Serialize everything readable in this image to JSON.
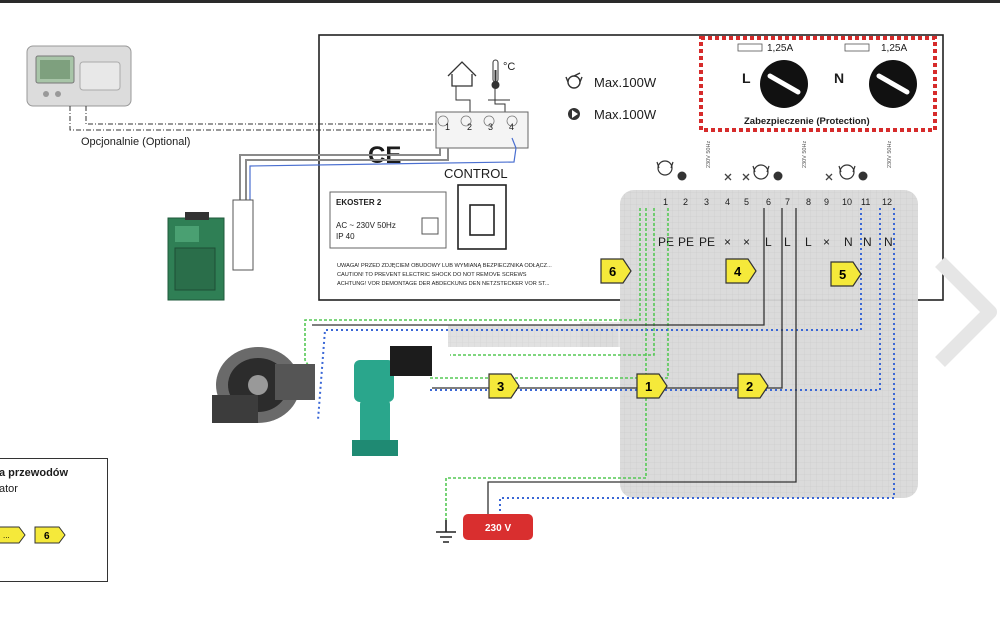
{
  "optional_label": "Opcjonalnie (Optional)",
  "ce_mark": "CE",
  "control_label": "CONTROL",
  "temp_unit": "°C",
  "top_terminals": [
    "1",
    "2",
    "3",
    "4"
  ],
  "ratings": {
    "fan": "Max.100W",
    "pump": "Max.100W"
  },
  "fuses": {
    "rating_L": "1,25A",
    "rating_N": "1,25A",
    "label_L": "L",
    "label_N": "N",
    "caption": "Zabezpieczenie (Protection)"
  },
  "plate": {
    "model": "EKOSTER 2",
    "supply": "AC ~ 230V 50Hz",
    "ip": "IP 40"
  },
  "warning_lines": [
    "UWAGA! PRZED ZDJĘCIEM OBUDOWY LUB WYMIANĄ BEZPIECZNIKA ODŁĄCZ...",
    "CAUTION! TO PREVENT ELECTRIC SHOCK DO NOT REMOVE SCREWS",
    "ACHTUNG! VOR DEMONTAGE DER ABDECKUNG DEN NETZSTECKER VOR ST..."
  ],
  "terminal_numbers": [
    "1",
    "2",
    "3",
    "4",
    "5",
    "6",
    "7",
    "8",
    "9",
    "10",
    "11",
    "12"
  ],
  "terminal_roles": [
    "PE",
    "PE",
    "PE",
    "×",
    "×",
    "L",
    "L",
    "L",
    "×",
    "N",
    "N",
    "N"
  ],
  "block_ratings": [
    "230V 50Hz",
    "230V 50Hz",
    "230V 50Hz"
  ],
  "tags": [
    "1",
    "2",
    "3",
    "4",
    "5",
    "6"
  ],
  "supply_label": "230 V",
  "legend": {
    "title": "a przewodów",
    "subtitle": "ator",
    "tag_ellipsis": "...",
    "tag_6": "6"
  },
  "colors": {
    "pe_wire": "#55c855",
    "neutral_wire": "#3a67d6",
    "live_wire": "#333333",
    "fuse_frame": "#d62b2b",
    "tag_fill": "#f5e93a",
    "supply_fill": "#d92f2f"
  }
}
